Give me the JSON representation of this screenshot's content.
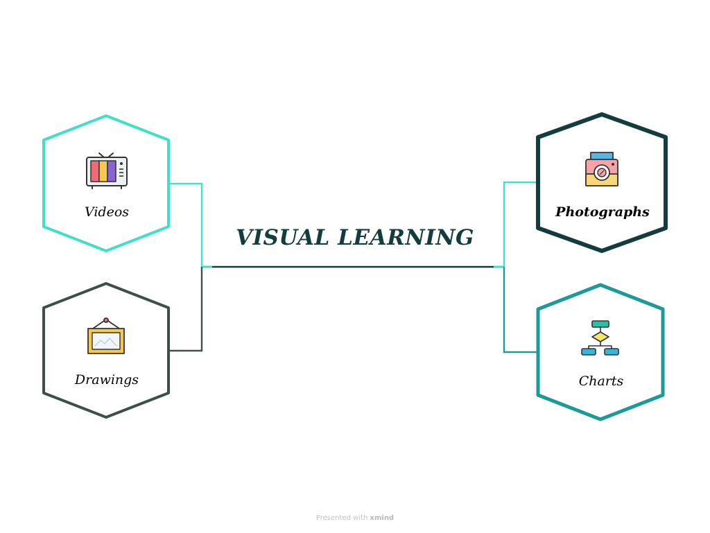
{
  "diagram": {
    "title": "VISUAL LEARNING",
    "nodes": [
      {
        "id": "videos",
        "label": "Videos",
        "icon": "tv-icon",
        "border_color": "#3ee0c8"
      },
      {
        "id": "drawings",
        "label": "Drawings",
        "icon": "framed-picture-icon",
        "border_color": "#3d4f4a"
      },
      {
        "id": "photographs",
        "label": "Photographs",
        "icon": "camera-icon",
        "border_color": "#133c3c"
      },
      {
        "id": "charts",
        "label": "Charts",
        "icon": "flowchart-icon",
        "border_color": "#1b9a9a"
      }
    ]
  },
  "footer": {
    "prefix": "Presented with",
    "brand": "xmind"
  }
}
